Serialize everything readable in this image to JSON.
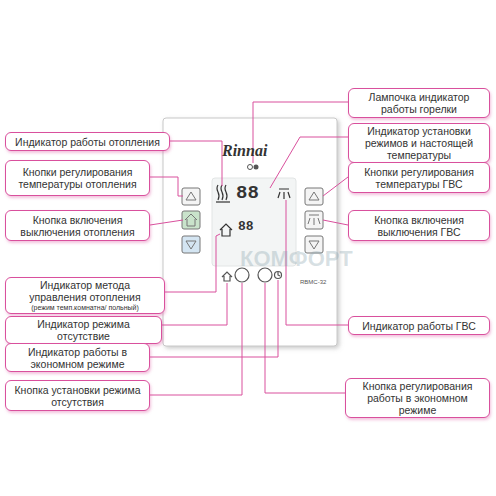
{
  "diagram": {
    "nodes": [
      {
        "text": [
          "Индикатор работы отопления"
        ]
      },
      {
        "text": [
          "Кнопки регулирования температуры отопления"
        ]
      },
      {
        "text": [
          "Кнопка включения выключения отопления"
        ]
      },
      {
        "text": [
          "Индикатор метода управления отопления",
          "(режим темп.комнатна/ польный)"
        ]
      },
      {
        "text": [
          "Индикатор режима отсутствие"
        ]
      },
      {
        "text": [
          "Индикатор работы в экономном режиме"
        ]
      },
      {
        "text": [
          "Кнопка установки режима отсутствия"
        ]
      },
      {
        "text": [
          "Лампочка индикатор работы горелки"
        ]
      },
      {
        "text": [
          "Индикатор установки режимов и настоящей температуры"
        ]
      },
      {
        "text": [
          "Кнопки регулирования температуры ГВС"
        ]
      },
      {
        "text": [
          "Кнопка включения выключения ГВС"
        ]
      },
      {
        "text": [
          "Индикатор работы ГВС"
        ]
      },
      {
        "text": [
          "Кнопка регулирования работы в экономном режиме"
        ]
      }
    ],
    "labels": [
      "Rinnai",
      "88",
      "88",
      "RBMC-32",
      "КОМФОРТ"
    ]
  }
}
